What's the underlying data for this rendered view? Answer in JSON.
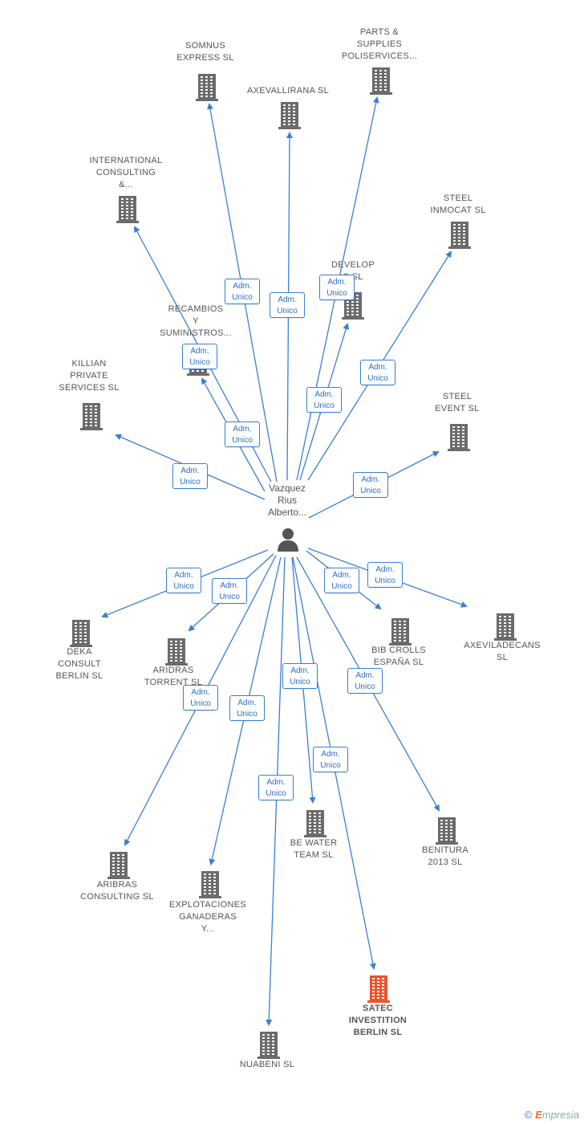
{
  "center": {
    "label": "Vazquez\nRius\nAlberto...",
    "icon": "person-icon"
  },
  "relation_label": {
    "line1": "Adm.",
    "line2": "Unico"
  },
  "colors": {
    "edge": "#3a7fd0",
    "building": "#6b6b6b",
    "highlight": "#e8552f"
  },
  "companies": [
    {
      "id": "somnus",
      "label": "SOMNUS\nEXPRESS SL"
    },
    {
      "id": "axevallirana",
      "label": "AXEVALLIRANA SL"
    },
    {
      "id": "parts",
      "label": "PARTS &\nSUPPLIES\nPOLISERVICES..."
    },
    {
      "id": "international",
      "label": "INTERNATIONAL\nCONSULTING\n&..."
    },
    {
      "id": "steel-inmocat",
      "label": "STEEL\nINMOCAT SL"
    },
    {
      "id": "develop",
      "label": "DEVELOP\n  S SL"
    },
    {
      "id": "recambios",
      "label": "RECAMBIOS\nY\nSUMINISTROS..."
    },
    {
      "id": "killian",
      "label": "KILLIAN\nPRIVATE\nSERVICES SL"
    },
    {
      "id": "steel-event",
      "label": "STEEL\nEVENT SL"
    },
    {
      "id": "deka",
      "label": "DEKA\nCONSULT\nBERLIN SL"
    },
    {
      "id": "aridras",
      "label": "ARIDRAS\nTORRENT SL"
    },
    {
      "id": "bib",
      "label": "BIB CROLLS\nESPAÑA SL"
    },
    {
      "id": "axeviladecans",
      "label": "AXEVILADECANS\nSL"
    },
    {
      "id": "aribras",
      "label": "ARIBRAS\nCONSULTING SL"
    },
    {
      "id": "explotaciones",
      "label": "EXPLOTACIONES\nGANADERAS\nY..."
    },
    {
      "id": "bewater",
      "label": "BE WATER\nTEAM SL"
    },
    {
      "id": "benitura",
      "label": "BENITURA\n2013 SL"
    },
    {
      "id": "satec",
      "label": "SATEC\nINVESTITION\nBERLIN SL",
      "highlight": true
    },
    {
      "id": "nuabeni",
      "label": "NUABENI SL"
    }
  ],
  "watermark": {
    "copyright": "©",
    "brand_initial": "E",
    "brand_rest": "mpresia"
  }
}
